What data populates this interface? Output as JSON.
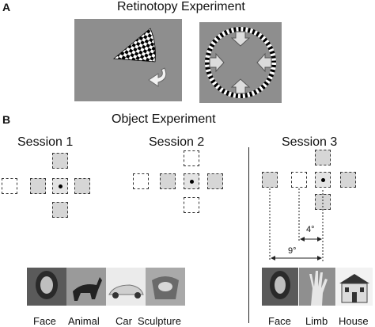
{
  "panel_a": {
    "letter": "A",
    "title": "Retinotopy Experiment"
  },
  "panel_b": {
    "letter": "B",
    "title": "Object Experiment",
    "sessions": [
      {
        "label": "Session 1",
        "captions": [
          "Face",
          "Animal",
          "Car",
          "Sculpture"
        ]
      },
      {
        "label": "Session 2",
        "captions": []
      },
      {
        "label": "Session 3",
        "captions": [
          "Face",
          "Limb",
          "House"
        ]
      }
    ],
    "distances": {
      "near": "4°",
      "far": "9°"
    }
  },
  "colors": {
    "panel_gray": "#8e8e8e",
    "square_gray": "#d6d6d6",
    "square_white": "#ffffff"
  },
  "icons": [
    "checkered-wedge-icon",
    "rotate-arrow-icon",
    "checkered-ring-icon",
    "inward-arrows-icon"
  ]
}
